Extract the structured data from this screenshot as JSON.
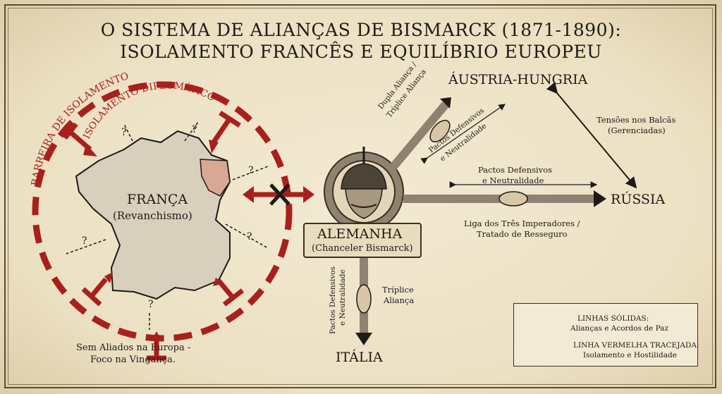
{
  "title": {
    "line1": "O SISTEMA DE ALIANÇAS DE BISMARCK (1871-1890):",
    "line2": "ISOLAMENTO FRANCÊS E EQUILÍBRIO EUROPEU"
  },
  "france": {
    "name": "FRANÇA",
    "subtitle": "(Revanchismo)",
    "barrier_label": "BARREIRA DE ISOLAMENTO",
    "isolation_label": "ISOLAMENTO DIPLOMÁTICO",
    "question_mark": "?",
    "note_line1": "Sem Aliados na Europa -",
    "note_line2": "Foco na Vingança."
  },
  "germany": {
    "name": "ALEMANHA",
    "subtitle": "(Chanceler Bismarck)"
  },
  "austria": {
    "name": "ÁUSTRIA-HUNGRIA",
    "alliance_line1": "Dupla Aliança /",
    "alliance_line2": "Tríplice Aliança",
    "pact_line1": "Pactos Defensivos",
    "pact_line2": "e Neutralidade"
  },
  "russia": {
    "name": "RÚSSIA",
    "pact_line1": "Pactos Defensivos",
    "pact_line2": "e Neutralidade",
    "league_line1": "Liga dos Três Imperadores /",
    "league_line2": "Tratado de Resseguro",
    "balkans_line1": "Tensões nos Balcãs",
    "balkans_line2": "(Gerenciadas)"
  },
  "italy": {
    "name": "ITÁLIA",
    "alliance_line1": "Tríplice",
    "alliance_line2": "Aliança",
    "pact_line1": "Pactos Defensivos",
    "pact_line2": "e Neutralidade"
  },
  "legend": {
    "solid_title": "LINHAS SÓLIDAS:",
    "solid_desc": "Alianças e Acordos de Paz",
    "dashed_title": "LINHA VERMELHA TRACEJADA:",
    "dashed_desc": "Isolamento e Hostilidade"
  },
  "colors": {
    "ink": "#1e1a16",
    "isolation_red": "#a8201c",
    "france_fill": "#d8d0bd",
    "alsace_fill": "#d9a892",
    "arrow_fill": "#8f8270",
    "parchment": "#efe4c8"
  },
  "icons": {
    "handshake": "handshake-icon",
    "blocked": "x-block-icon",
    "gear": "gear-icon",
    "bismarck": "bismarck-portrait-icon"
  }
}
